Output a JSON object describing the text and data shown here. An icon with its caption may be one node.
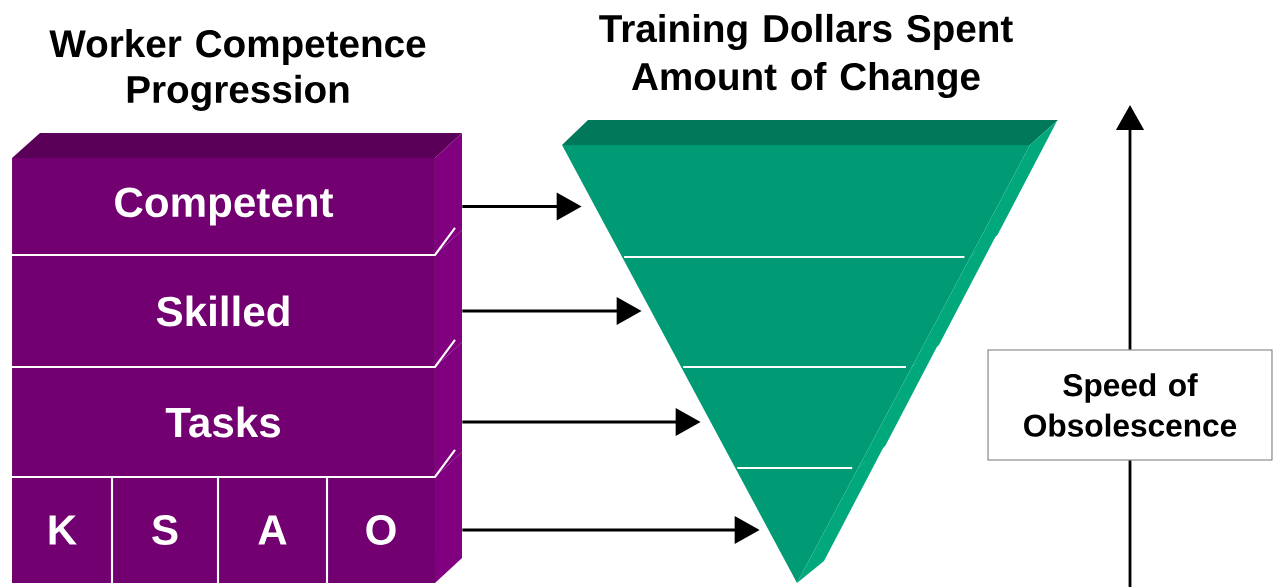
{
  "diagram": {
    "nodes": [
      {
        "text": [
          "Competent"
        ]
      },
      {
        "text": [
          "Skilled"
        ]
      },
      {
        "text": [
          "Tasks"
        ]
      },
      {
        "text": [
          "K"
        ]
      },
      {
        "text": [
          "S"
        ]
      },
      {
        "text": [
          "A"
        ]
      },
      {
        "text": [
          "O"
        ]
      },
      {
        "text": [],
        "shape": "band"
      },
      {
        "text": [],
        "shape": "band"
      },
      {
        "text": [],
        "shape": "band"
      },
      {
        "text": [],
        "shape": "triangle"
      },
      {
        "text": [
          "Speed of Obsolescence"
        ]
      }
    ],
    "edges": [
      {
        "from": 0,
        "to": 7,
        "arrow": "to"
      },
      {
        "from": 1,
        "to": 8,
        "arrow": "to"
      },
      {
        "from": 2,
        "to": 9,
        "arrow": "to"
      },
      {
        "from": 6,
        "to": 10,
        "arrow": "to"
      },
      {
        "from": null,
        "to": 11,
        "arrow": "none"
      },
      {
        "from": 11,
        "to": null,
        "arrow": "to"
      }
    ],
    "labels": [
      "Worker Competence Progression",
      "Training Dollars Spent",
      "Amount of Change"
    ]
  }
}
